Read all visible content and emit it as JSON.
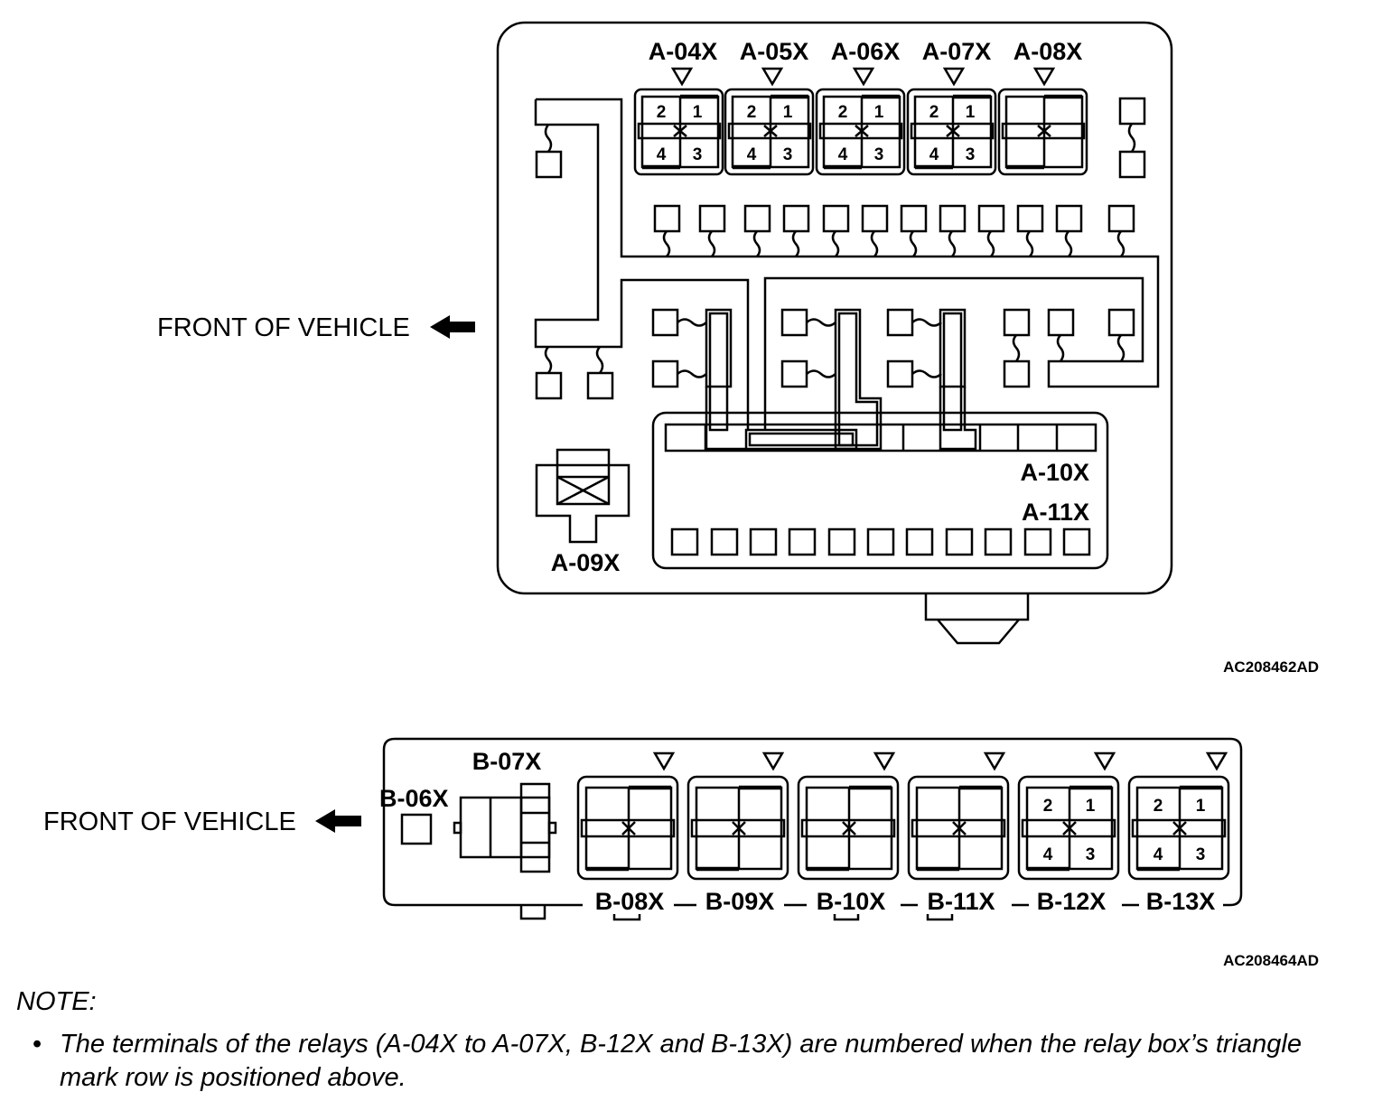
{
  "top_box": {
    "relay_labels": [
      "A-04X",
      "A-05X",
      "A-06X",
      "A-07X",
      "A-08X"
    ],
    "relay_terminals": [
      [
        "2",
        "1",
        "4",
        "3"
      ],
      [
        "2",
        "1",
        "4",
        "3"
      ],
      [
        "2",
        "1",
        "4",
        "3"
      ],
      [
        "2",
        "1",
        "4",
        "3"
      ],
      []
    ],
    "label_a09": "A-09X",
    "label_a10": "A-10X",
    "label_a11": "A-11X",
    "front_label": "FRONT OF VEHICLE",
    "figure_code": "AC208462AD"
  },
  "bottom_box": {
    "label_b06": "B-06X",
    "label_b07": "B-07X",
    "relay_labels": [
      "B-08X",
      "B-09X",
      "B-10X",
      "B-11X",
      "B-12X",
      "B-13X"
    ],
    "relay_terminals": [
      [],
      [],
      [],
      [],
      [
        "2",
        "1",
        "4",
        "3"
      ],
      [
        "2",
        "1",
        "4",
        "3"
      ]
    ],
    "front_label": "FRONT OF VEHICLE",
    "figure_code": "AC208464AD"
  },
  "note": {
    "heading": "NOTE:",
    "bullet": "•",
    "text": "The terminals of the relays (A-04X to A-07X, B-12X and B-13X) are numbered when the relay box’s triangle mark row is positioned above."
  }
}
